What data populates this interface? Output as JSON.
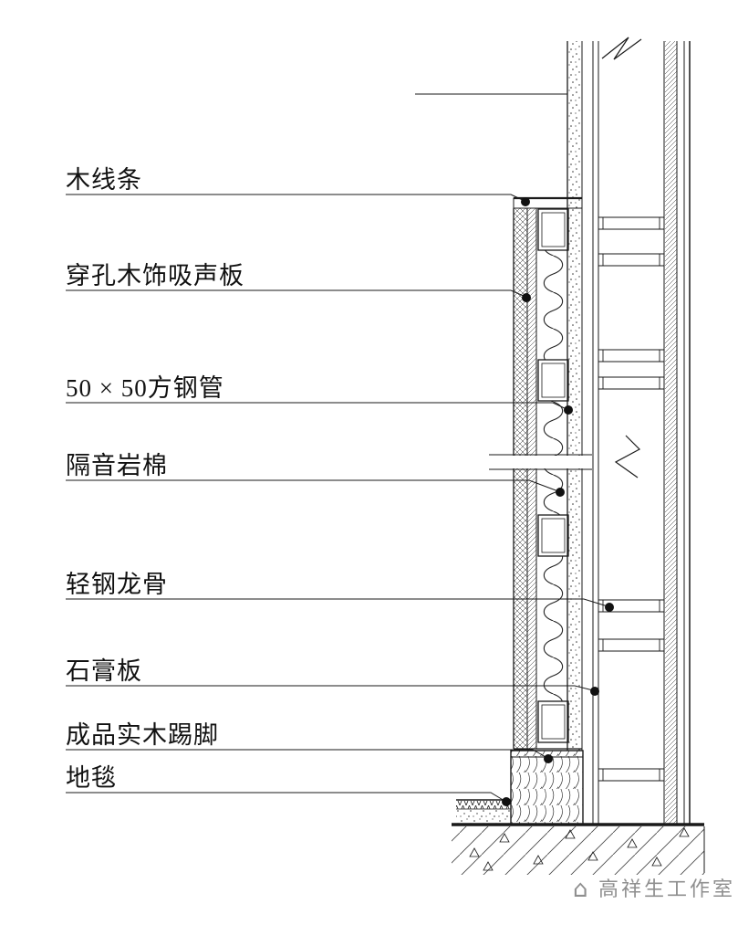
{
  "drawing": {
    "labels": [
      {
        "id": "wood-trim",
        "text": "木线条"
      },
      {
        "id": "perforated-wood-acoustic-panel",
        "text": "穿孔木饰吸声板"
      },
      {
        "id": "square-steel-tube",
        "text": "50 × 50方钢管"
      },
      {
        "id": "sound-insulation-rockwool",
        "text": "隔音岩棉"
      },
      {
        "id": "light-steel-keel",
        "text": "轻钢龙骨"
      },
      {
        "id": "gypsum-board",
        "text": "石膏板"
      },
      {
        "id": "solid-wood-skirting",
        "text": "成品实木踢脚"
      },
      {
        "id": "carpet",
        "text": "地毯"
      }
    ],
    "watermark": {
      "logo_glyph": "⌂",
      "text": "高祥生工作室"
    },
    "colors": {
      "ink": "#1a1a1a",
      "background": "#ffffff",
      "watermark": "#8f8f8f"
    }
  }
}
